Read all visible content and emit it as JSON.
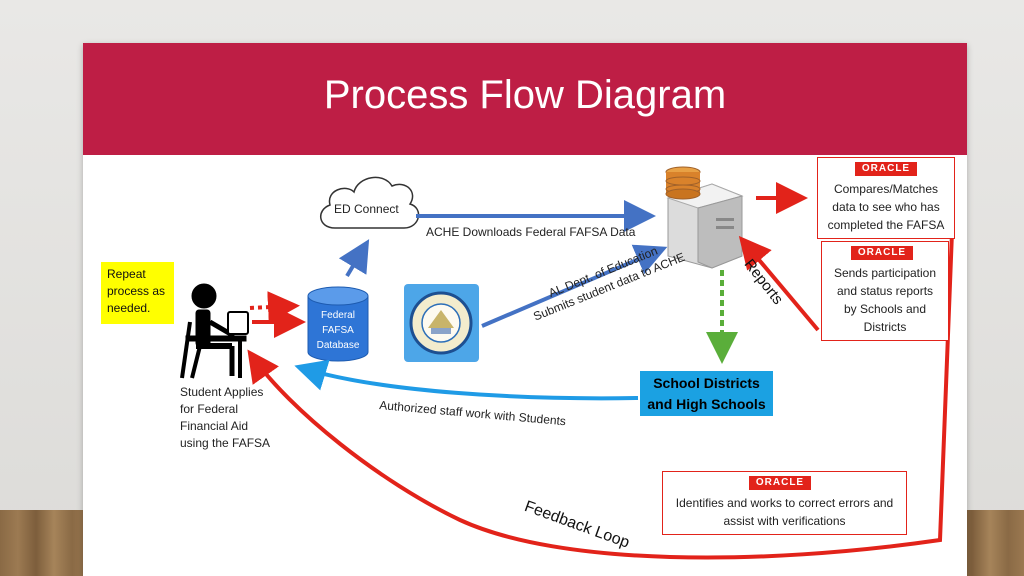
{
  "title": "Process Flow Diagram",
  "nodes": {
    "ed_connect": "ED Connect",
    "database": "Federal\nFAFSA\nDatabase",
    "repeat": "Repeat\nprocess as\nneeded.",
    "student": "Student Applies\nfor Federal\nFinancial Aid\nusing the FAFSA",
    "schools": "School Districts\nand High Schools"
  },
  "oracle": {
    "logo": "ORACLE",
    "box1": "Compares/Matches\ndata to see who has\ncompleted the FAFSA",
    "box2": "Sends participation\nand status reports\nby Schools and\nDistricts",
    "box3": "Identifies and works to correct errors and\nassist with verifications"
  },
  "labels": {
    "ache_downloads": "ACHE  Downloads Federal FAFSA Data",
    "al_dept_line1": "AL Dept. of Education",
    "al_dept_line2": "Submits student data to ACHE",
    "reports": "Reports",
    "authorized": "Authorized staff work with Students",
    "feedback": "Feedback Loop"
  },
  "colors": {
    "banner": "#be1e45",
    "blue_arrow": "#4472c4",
    "red_arrow": "#e2231a",
    "green_arrow": "#5aae3a",
    "light_blue_arrow": "#1f9be6",
    "schools_fill": "#1ba1e2",
    "database_fill": "#2e75d6"
  }
}
